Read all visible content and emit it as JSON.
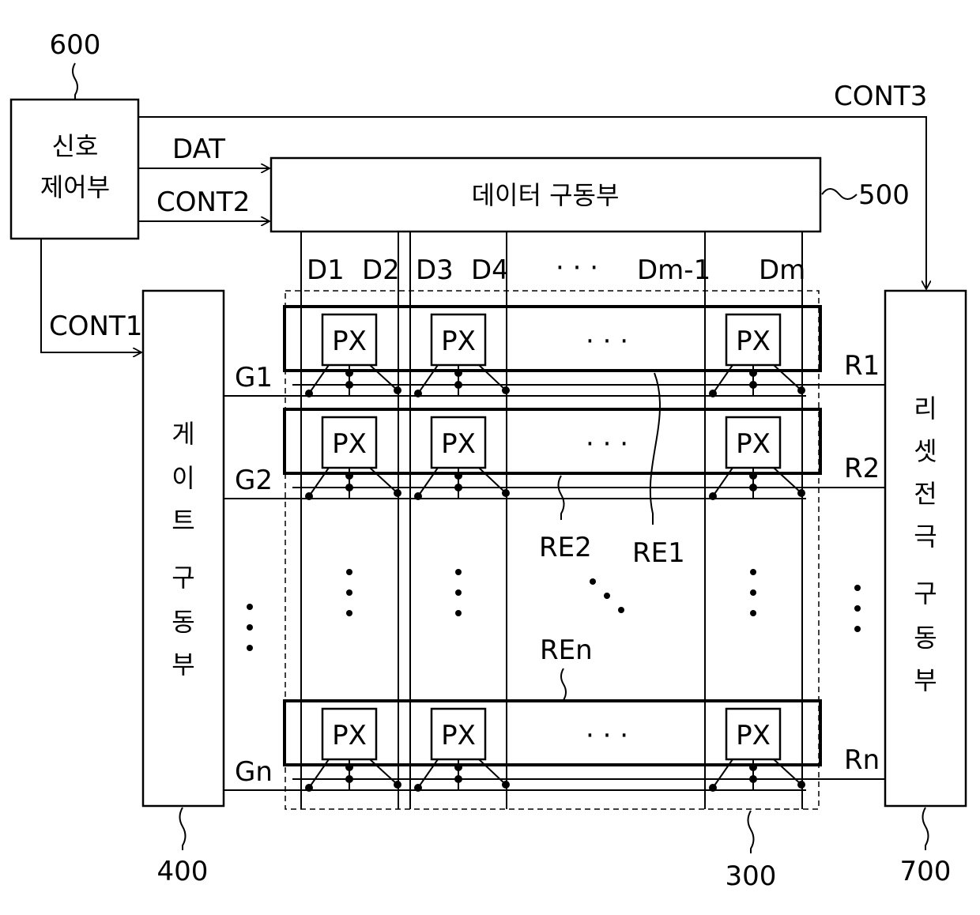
{
  "blocks": {
    "signal_controller": {
      "label_line1": "신호",
      "label_line2": "제어부",
      "ref": "600"
    },
    "data_driver": {
      "label": "데이터 구동부",
      "ref": "500"
    },
    "gate_driver": {
      "label_chars": [
        "게",
        "이",
        "트",
        "구",
        "동",
        "부"
      ],
      "ref": "400"
    },
    "reset_driver": {
      "label_chars": [
        "리",
        "셋",
        "전",
        "극",
        "구",
        "동",
        "부"
      ],
      "ref": "700"
    },
    "panel": {
      "ref": "300"
    }
  },
  "signals": {
    "dat": "DAT",
    "cont1": "CONT1",
    "cont2": "CONT2",
    "cont3": "CONT3"
  },
  "data_lines": [
    "D1",
    "D2",
    "D3",
    "D4",
    "Dm-1",
    "Dm"
  ],
  "gate_lines": [
    "G1",
    "G2",
    "Gn"
  ],
  "reset_lines": [
    "R1",
    "R2",
    "Rn"
  ],
  "reset_electrodes": [
    "RE1",
    "RE2",
    "REn"
  ],
  "pixel_label": "PX",
  "ellipsis": "· · ·"
}
